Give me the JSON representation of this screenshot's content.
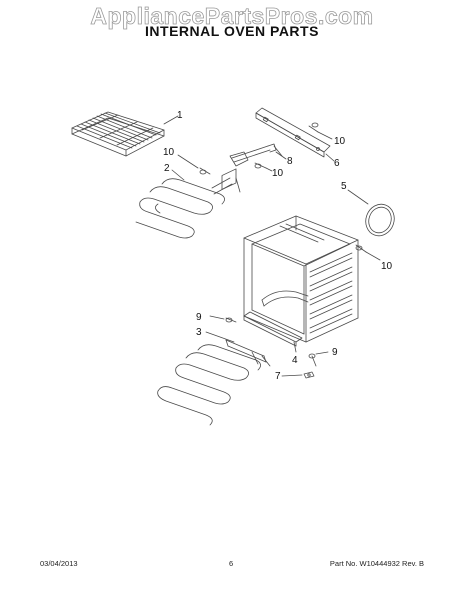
{
  "header": {
    "watermark": "AppliancePartsPros.com",
    "title": "INTERNAL OVEN PARTS"
  },
  "callouts": [
    {
      "id": "c1",
      "label": "1"
    },
    {
      "id": "c6",
      "label": "6"
    },
    {
      "id": "c10a",
      "label": "10"
    },
    {
      "id": "c8",
      "label": "8"
    },
    {
      "id": "c10b",
      "label": "10"
    },
    {
      "id": "c10c",
      "label": "10"
    },
    {
      "id": "c2",
      "label": "2"
    },
    {
      "id": "c5",
      "label": "5"
    },
    {
      "id": "c10d",
      "label": "10"
    },
    {
      "id": "c9a",
      "label": "9"
    },
    {
      "id": "c3",
      "label": "3"
    },
    {
      "id": "c4",
      "label": "4"
    },
    {
      "id": "c9b",
      "label": "9"
    },
    {
      "id": "c7",
      "label": "7"
    }
  ],
  "footer": {
    "date": "03/04/2013",
    "page": "6",
    "part_info": "Part No. W10444932  Rev. B"
  },
  "colors": {
    "line": "#4a4a4a",
    "text": "#111111",
    "watermark_outline": "#9a9a9a"
  }
}
